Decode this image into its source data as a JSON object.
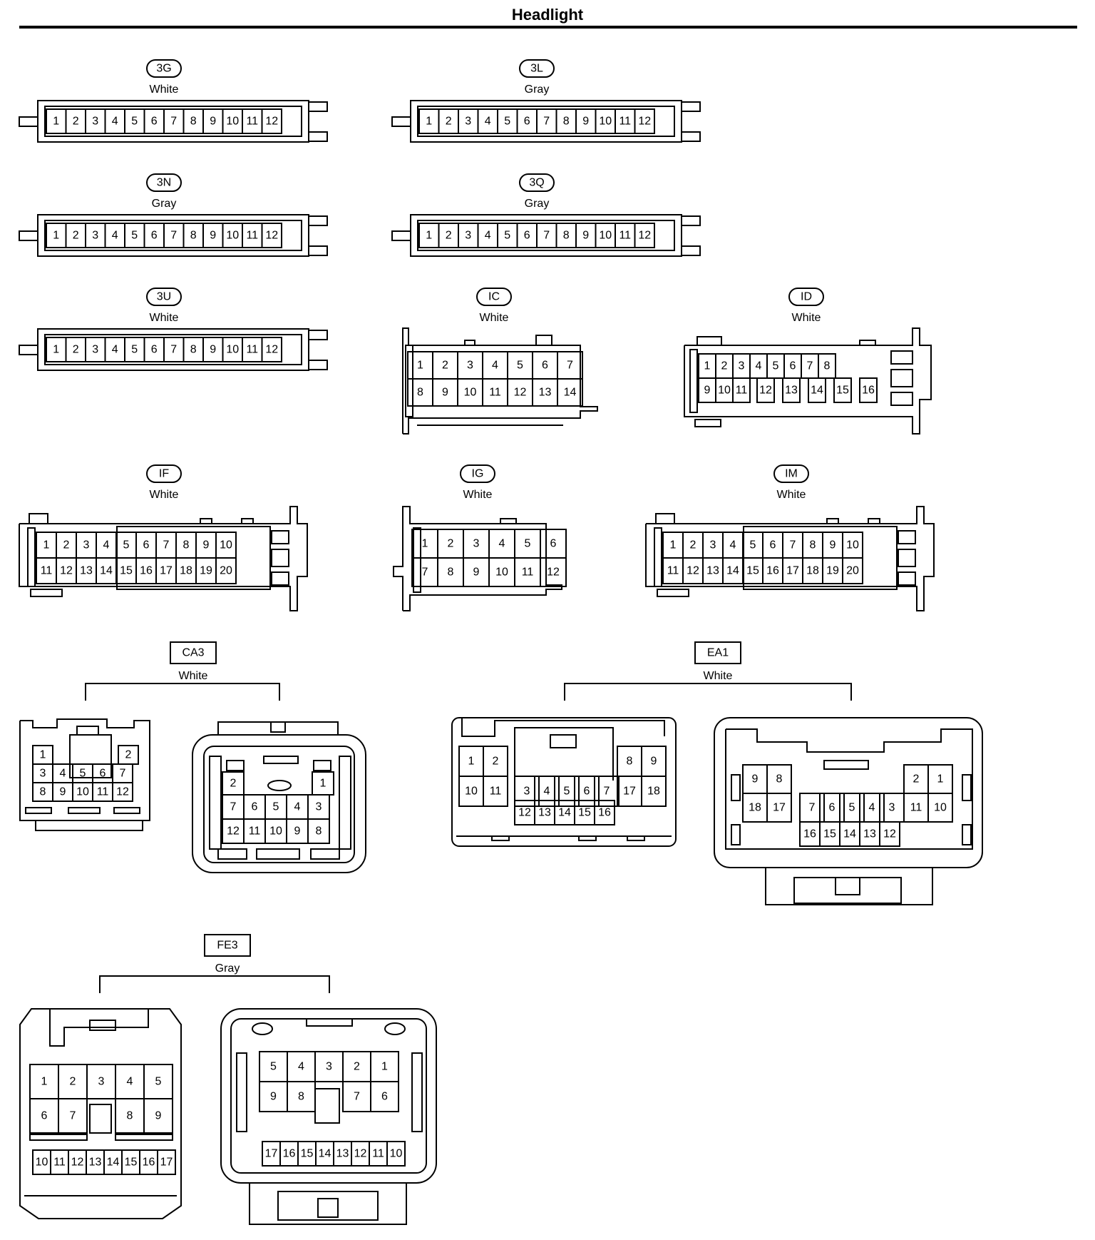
{
  "title": "Headlight",
  "colors": {
    "line": "#000000",
    "background": "#ffffff"
  },
  "connectors": [
    {
      "id": "c3g",
      "code": "3G",
      "color": "White",
      "label_style": "oval",
      "kind": "strip",
      "rows": [
        [
          "1",
          "2",
          "3",
          "4",
          "5",
          "6",
          "7",
          "8",
          "9",
          "10",
          "11",
          "12"
        ]
      ]
    },
    {
      "id": "c3l",
      "code": "3L",
      "color": "Gray",
      "label_style": "oval",
      "kind": "strip",
      "rows": [
        [
          "1",
          "2",
          "3",
          "4",
          "5",
          "6",
          "7",
          "8",
          "9",
          "10",
          "11",
          "12"
        ]
      ]
    },
    {
      "id": "c3n",
      "code": "3N",
      "color": "Gray",
      "label_style": "oval",
      "kind": "strip",
      "rows": [
        [
          "1",
          "2",
          "3",
          "4",
          "5",
          "6",
          "7",
          "8",
          "9",
          "10",
          "11",
          "12"
        ]
      ]
    },
    {
      "id": "c3q",
      "code": "3Q",
      "color": "Gray",
      "label_style": "oval",
      "kind": "strip",
      "rows": [
        [
          "1",
          "2",
          "3",
          "4",
          "5",
          "6",
          "7",
          "8",
          "9",
          "10",
          "11",
          "12"
        ]
      ]
    },
    {
      "id": "c3u",
      "code": "3U",
      "color": "White",
      "label_style": "oval",
      "kind": "strip",
      "rows": [
        [
          "1",
          "2",
          "3",
          "4",
          "5",
          "6",
          "7",
          "8",
          "9",
          "10",
          "11",
          "12"
        ]
      ]
    },
    {
      "id": "cic",
      "code": "IC",
      "color": "White",
      "label_style": "oval",
      "kind": "block",
      "rows": [
        [
          "1",
          "2",
          "3",
          "4",
          "5",
          "6",
          "7"
        ],
        [
          "8",
          "9",
          "10",
          "11",
          "12",
          "13",
          "14"
        ]
      ]
    },
    {
      "id": "cid",
      "code": "ID",
      "color": "White",
      "label_style": "oval",
      "kind": "block",
      "rows": [
        [
          "1",
          "2",
          "3",
          "4",
          "5",
          "6",
          "7",
          "8"
        ],
        [
          "9",
          "10",
          "11",
          "12",
          "13",
          "14",
          "15",
          "16"
        ]
      ]
    },
    {
      "id": "cif",
      "code": "IF",
      "color": "White",
      "label_style": "oval",
      "kind": "block",
      "rows": [
        [
          "1",
          "2",
          "3",
          "4",
          "5",
          "6",
          "7",
          "8",
          "9",
          "10"
        ],
        [
          "11",
          "12",
          "13",
          "14",
          "15",
          "16",
          "17",
          "18",
          "19",
          "20"
        ]
      ]
    },
    {
      "id": "cig",
      "code": "IG",
      "color": "White",
      "label_style": "oval",
      "kind": "block",
      "rows": [
        [
          "1",
          "2",
          "3",
          "4",
          "5",
          "6"
        ],
        [
          "7",
          "8",
          "9",
          "10",
          "11",
          "12"
        ]
      ]
    },
    {
      "id": "cim",
      "code": "IM",
      "color": "White",
      "label_style": "oval",
      "kind": "block",
      "rows": [
        [
          "1",
          "2",
          "3",
          "4",
          "5",
          "6",
          "7",
          "8",
          "9",
          "10"
        ],
        [
          "11",
          "12",
          "13",
          "14",
          "15",
          "16",
          "17",
          "18",
          "19",
          "20"
        ]
      ]
    },
    {
      "id": "cca3",
      "code": "CA3",
      "color": "White",
      "label_style": "box",
      "kind": "pair",
      "male": [
        [
          "1",
          "2"
        ],
        [
          "3",
          "4",
          "5",
          "6",
          "7"
        ],
        [
          "8",
          "9",
          "10",
          "11",
          "12"
        ]
      ],
      "female": [
        [
          "2",
          "1"
        ],
        [
          "7",
          "6",
          "5",
          "4",
          "3"
        ],
        [
          "12",
          "11",
          "10",
          "9",
          "8"
        ]
      ]
    },
    {
      "id": "cea1",
      "code": "EA1",
      "color": "White",
      "label_style": "box",
      "kind": "pair",
      "male": [
        [
          "1",
          "2",
          "8",
          "9"
        ],
        [
          "10",
          "11",
          "3",
          "4",
          "5",
          "6",
          "7",
          "17",
          "18"
        ],
        [
          "12",
          "13",
          "14",
          "15",
          "16"
        ]
      ],
      "female": [
        [
          "9",
          "8",
          "2",
          "1"
        ],
        [
          "18",
          "17",
          "7",
          "6",
          "5",
          "4",
          "3",
          "11",
          "10"
        ],
        [
          "16",
          "15",
          "14",
          "13",
          "12"
        ]
      ]
    },
    {
      "id": "cfe3",
      "code": "FE3",
      "color": "Gray",
      "label_style": "box",
      "kind": "pair",
      "male": [
        [
          "1",
          "2",
          "3",
          "4",
          "5"
        ],
        [
          "6",
          "7",
          "8",
          "9"
        ],
        [
          "10",
          "11",
          "12",
          "13",
          "14",
          "15",
          "16",
          "17"
        ]
      ],
      "female": [
        [
          "5",
          "4",
          "3",
          "2",
          "1"
        ],
        [
          "9",
          "8",
          "7",
          "6"
        ],
        [
          "17",
          "16",
          "15",
          "14",
          "13",
          "12",
          "11",
          "10"
        ]
      ]
    }
  ]
}
